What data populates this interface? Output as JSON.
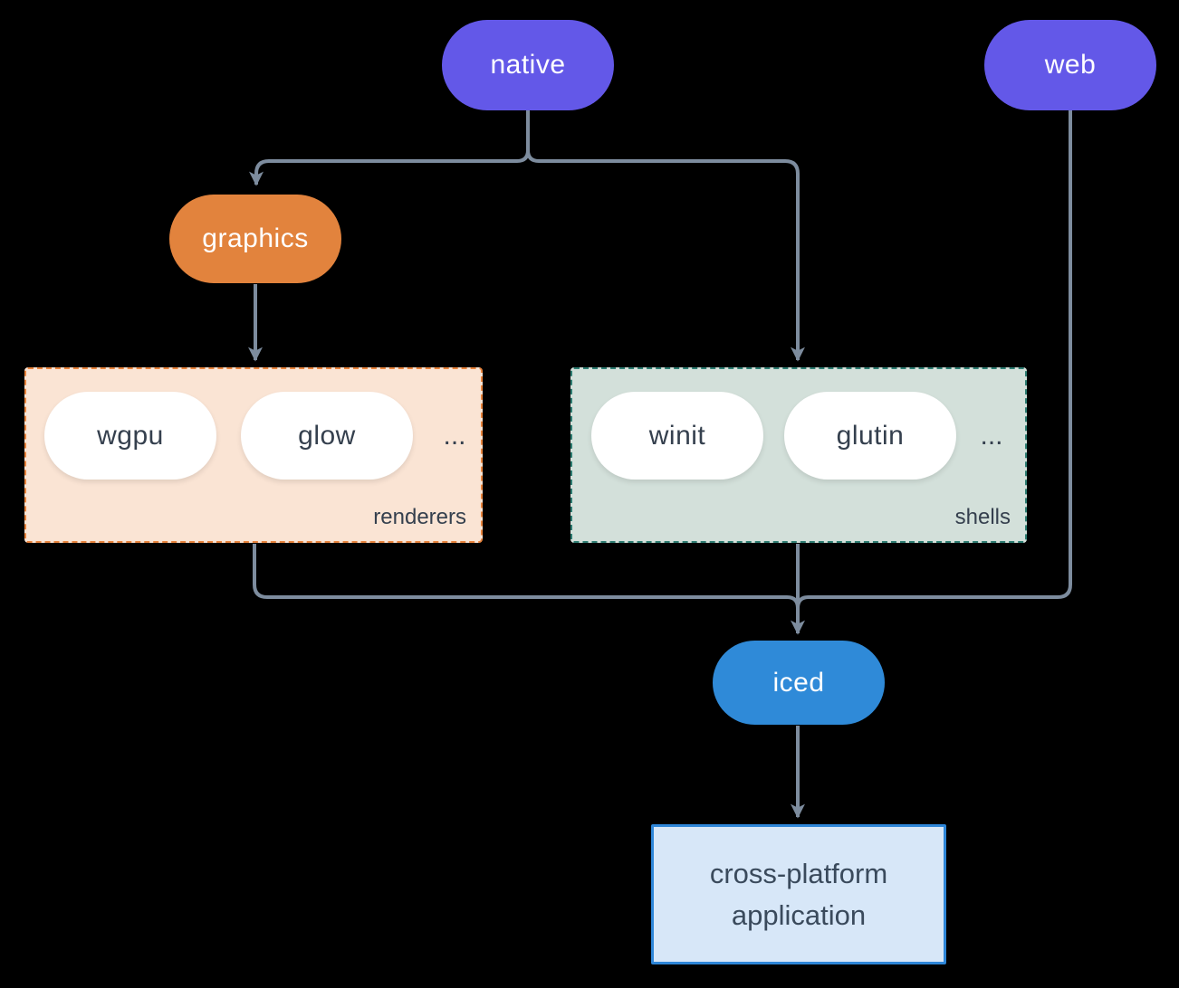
{
  "nodes": {
    "native": "native",
    "web": "web",
    "graphics": "graphics",
    "iced": "iced",
    "app": "cross-platform application"
  },
  "groups": {
    "renderers": {
      "label": "renderers",
      "items": [
        "wgpu",
        "glow"
      ],
      "ellipsis": "..."
    },
    "shells": {
      "label": "shells",
      "items": [
        "winit",
        "glutin"
      ],
      "ellipsis": "..."
    }
  },
  "colors": {
    "background": "#000000",
    "native_web_pill": "#6358E8",
    "graphics_pill": "#E2833D",
    "iced_pill": "#2F8AD8",
    "renderers_bg": "#FAE4D4",
    "renderers_border": "#E8833C",
    "shells_bg": "#D3E0DA",
    "shells_border": "#2E7D72",
    "inner_pill_bg": "#FFFFFF",
    "dark_text": "#35404E",
    "connector": "#7D8C9E",
    "app_bg": "#D7E7F8",
    "app_border": "#2E86D8"
  }
}
